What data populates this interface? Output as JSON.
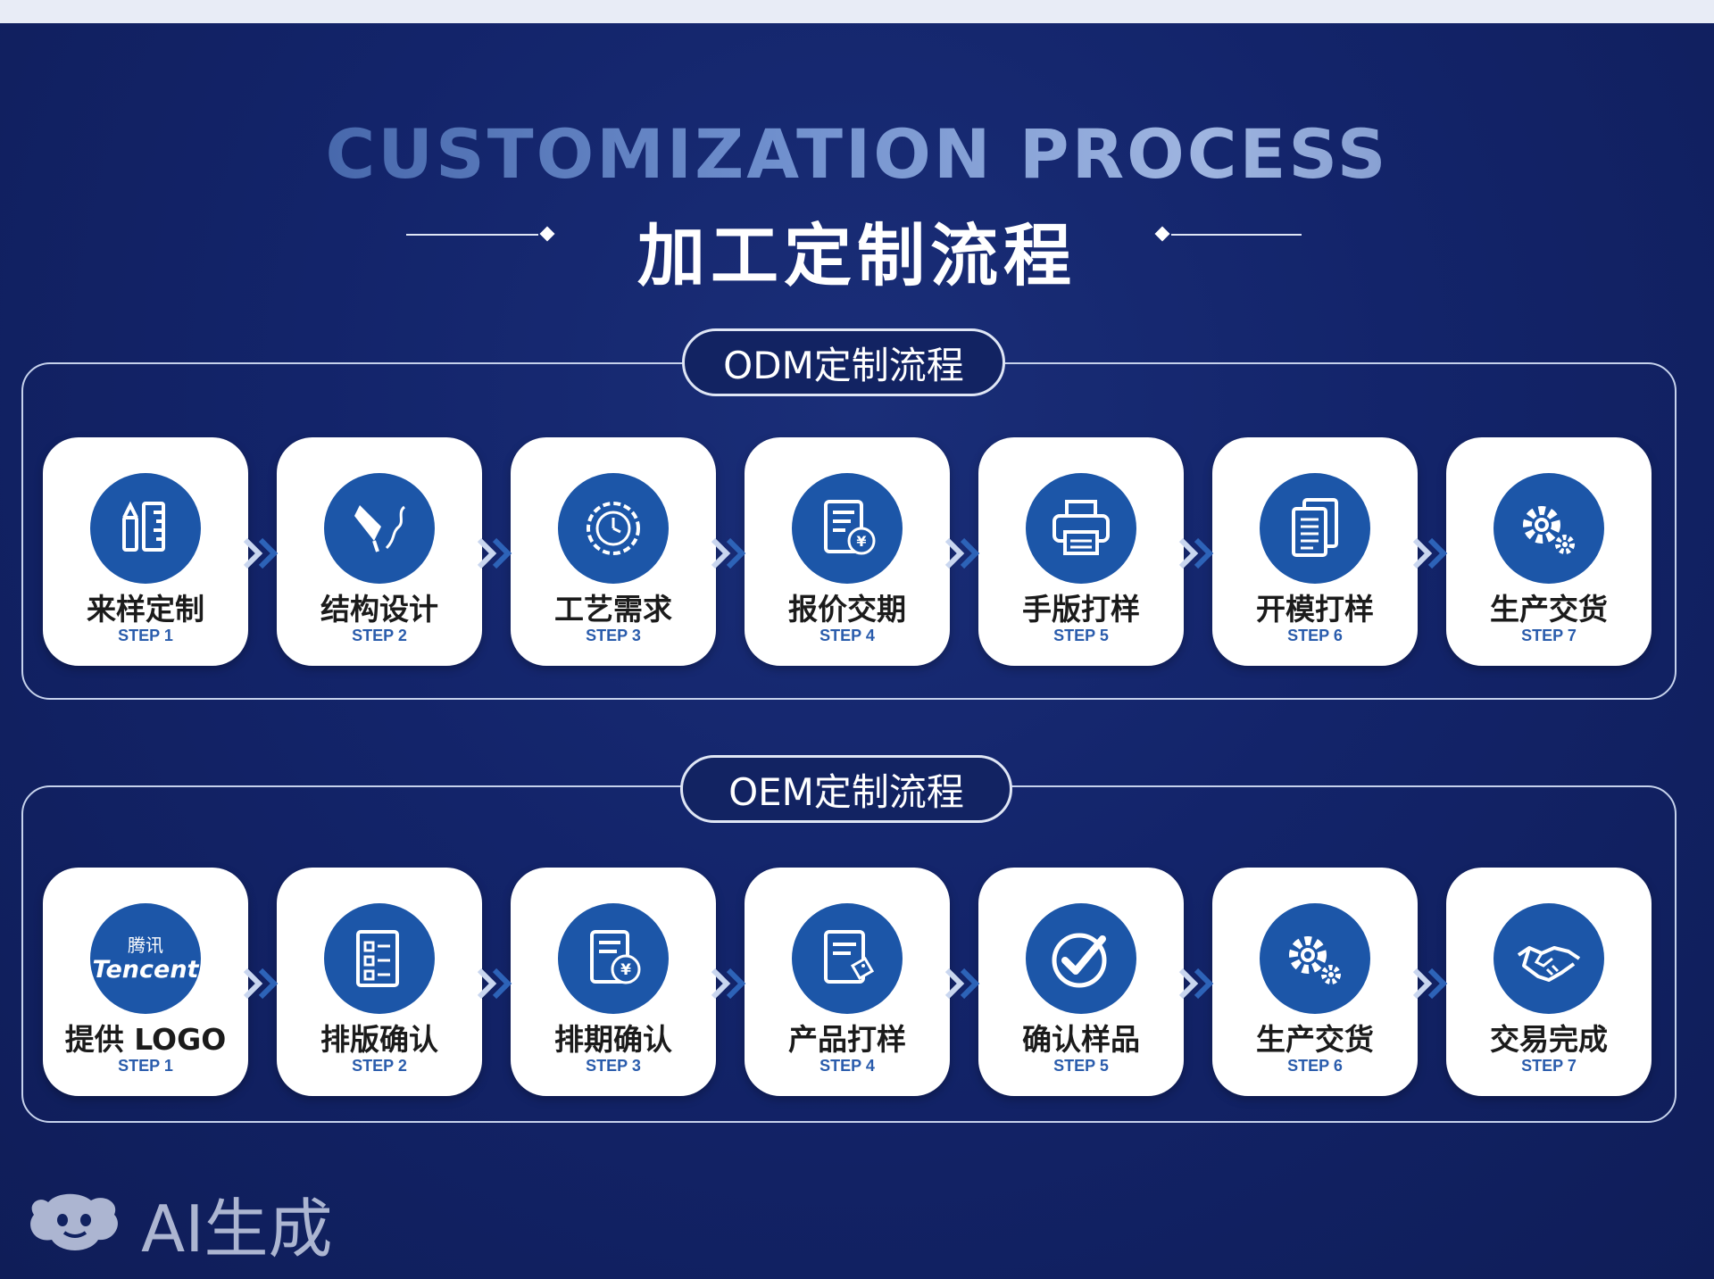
{
  "header": {
    "title_en": "CUSTOMIZATION PROCESS",
    "title_cn": "加工定制流程"
  },
  "odm": {
    "title": "ODM定制流程",
    "steps": [
      {
        "label": "来样定制",
        "step": "STEP 1",
        "icon": "sample-ruler-icon"
      },
      {
        "label": "结构设计",
        "step": "STEP 2",
        "icon": "pen-nib-icon"
      },
      {
        "label": "工艺需求",
        "step": "STEP 3",
        "icon": "gear-clock-icon"
      },
      {
        "label": "报价交期",
        "step": "STEP 4",
        "icon": "quote-document-yen-icon"
      },
      {
        "label": "手版打样",
        "step": "STEP 5",
        "icon": "printer-icon"
      },
      {
        "label": "开模打样",
        "step": "STEP 6",
        "icon": "documents-icon"
      },
      {
        "label": "生产交货",
        "step": "STEP 7",
        "icon": "gears-icon"
      }
    ]
  },
  "oem": {
    "title": "OEM定制流程",
    "steps": [
      {
        "label": "提供 LOGO",
        "step": "STEP 1",
        "icon": "tencent-logo-icon"
      },
      {
        "label": "排版确认",
        "step": "STEP 2",
        "icon": "checklist-icon"
      },
      {
        "label": "排期确认",
        "step": "STEP 3",
        "icon": "schedule-yen-icon"
      },
      {
        "label": "产品打样",
        "step": "STEP 4",
        "icon": "document-tag-icon"
      },
      {
        "label": "确认样品",
        "step": "STEP 5",
        "icon": "check-circle-icon"
      },
      {
        "label": "生产交货",
        "step": "STEP 6",
        "icon": "gears-icon"
      },
      {
        "label": "交易完成",
        "step": "STEP 7",
        "icon": "handshake-icon"
      }
    ]
  },
  "tencent_logo": {
    "cn": "腾讯",
    "en": "Tencent"
  },
  "watermark": {
    "text": "AI生成"
  },
  "colors": {
    "background": "#122362",
    "icon_blue": "#1c56a8",
    "step_blue": "#2a5cac",
    "card_white": "#ffffff"
  }
}
